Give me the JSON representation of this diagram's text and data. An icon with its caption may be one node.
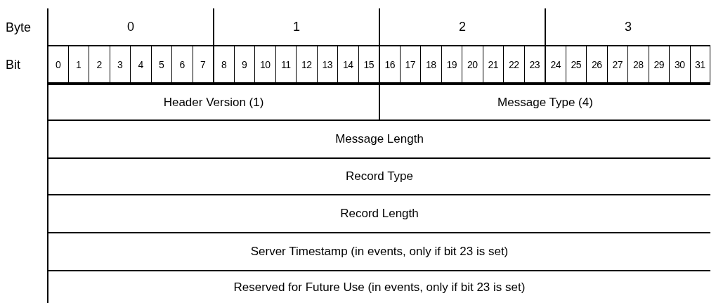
{
  "diagram": {
    "nodes": [
      {
        "text": [
          "0"
        ]
      },
      {
        "text": [
          "1"
        ]
      },
      {
        "text": [
          "2"
        ]
      },
      {
        "text": [
          "3"
        ]
      },
      {
        "text": [
          "0"
        ]
      },
      {
        "text": [
          "1"
        ]
      },
      {
        "text": [
          "2"
        ]
      },
      {
        "text": [
          "3"
        ]
      },
      {
        "text": [
          "4"
        ]
      },
      {
        "text": [
          "5"
        ]
      },
      {
        "text": [
          "6"
        ]
      },
      {
        "text": [
          "7"
        ]
      },
      {
        "text": [
          "8"
        ]
      },
      {
        "text": [
          "9"
        ]
      },
      {
        "text": [
          "10"
        ]
      },
      {
        "text": [
          "11"
        ]
      },
      {
        "text": [
          "12"
        ]
      },
      {
        "text": [
          "13"
        ]
      },
      {
        "text": [
          "14"
        ]
      },
      {
        "text": [
          "15"
        ]
      },
      {
        "text": [
          "16"
        ]
      },
      {
        "text": [
          "17"
        ]
      },
      {
        "text": [
          "18"
        ]
      },
      {
        "text": [
          "19"
        ]
      },
      {
        "text": [
          "20"
        ]
      },
      {
        "text": [
          "21"
        ]
      },
      {
        "text": [
          "22"
        ]
      },
      {
        "text": [
          "23"
        ]
      },
      {
        "text": [
          "24"
        ]
      },
      {
        "text": [
          "25"
        ]
      },
      {
        "text": [
          "26"
        ]
      },
      {
        "text": [
          "27"
        ]
      },
      {
        "text": [
          "28"
        ]
      },
      {
        "text": [
          "29"
        ]
      },
      {
        "text": [
          "30"
        ]
      },
      {
        "text": [
          "31"
        ]
      },
      {
        "text": [
          "Header Version (1)"
        ]
      },
      {
        "text": [
          "Message Type (4)"
        ]
      },
      {
        "text": [
          "Message Length"
        ]
      },
      {
        "text": [
          "Record Type"
        ]
      },
      {
        "text": [
          "Record Length"
        ]
      },
      {
        "text": [
          "Server Timestamp (in events, only if bit 23 is set)"
        ]
      },
      {
        "text": [
          "Reserved for Future Use (in events, only if bit 23 is set)"
        ]
      }
    ],
    "labels": [
      "Byte",
      "Bit"
    ]
  }
}
